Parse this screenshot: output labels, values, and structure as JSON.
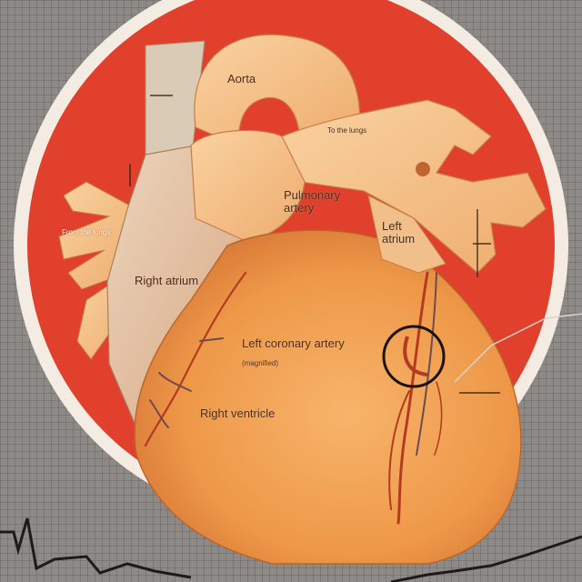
{
  "labels": {
    "aorta": "Aorta",
    "to_the_lungs": "To the lungs",
    "pulmonary_artery_line1": "Pulmonary",
    "pulmonary_artery_line2": "artery",
    "left_atrium_line1": "Left",
    "left_atrium_line2": "atrium",
    "from_the_lungs": "From the lungs",
    "right_atrium": "Right atrium",
    "left_coronary_artery": "Left coronary artery",
    "magnified": "(magnified)",
    "right_ventricle": "Right ventricle"
  },
  "colors": {
    "grid_background": "#8e8a87",
    "red_disc": "#e0402c",
    "heart_base": "#f2a35c",
    "vessel": "#f6c590",
    "label_text": "#4a2a1a"
  }
}
